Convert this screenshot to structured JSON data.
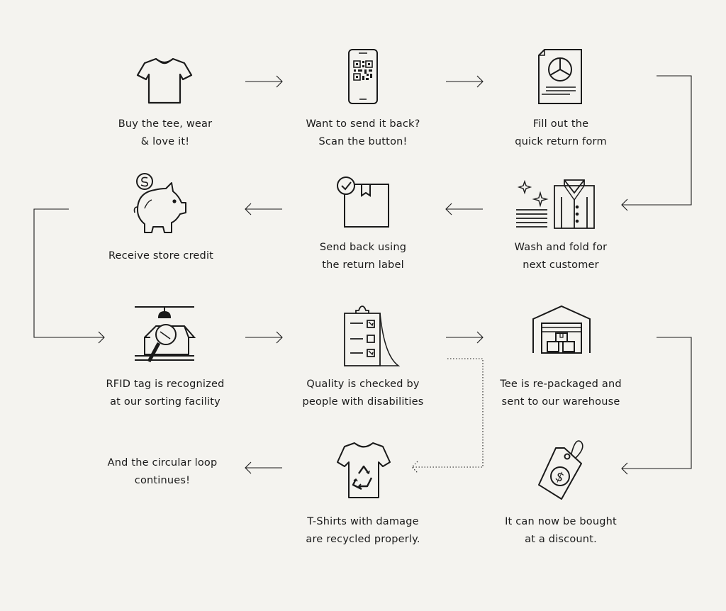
{
  "colors": {
    "background": "#f4f3ef",
    "ink": "#1a1a1a"
  },
  "steps": [
    {
      "icon": "tshirt-icon",
      "lines": [
        "Buy the tee, wear",
        "& love it!"
      ]
    },
    {
      "icon": "qr-phone-icon",
      "lines": [
        "Want to send it back?",
        "Scan the button!"
      ]
    },
    {
      "icon": "return-form-icon",
      "lines": [
        "Fill out the",
        "quick return form"
      ]
    },
    {
      "icon": "wash-fold-icon",
      "lines": [
        "Wash and fold for",
        "next customer"
      ]
    },
    {
      "icon": "package-check-icon",
      "lines": [
        "Send back using",
        "the return label"
      ]
    },
    {
      "icon": "piggy-bank-icon",
      "lines": [
        "Receive store credit"
      ]
    },
    {
      "icon": "rfid-scan-icon",
      "lines": [
        "RFID tag is recognized",
        "at our sorting facility"
      ]
    },
    {
      "icon": "checklist-icon",
      "lines": [
        "Quality is checked by",
        "people with disabilities"
      ]
    },
    {
      "icon": "warehouse-icon",
      "lines": [
        "Tee is re-packaged and",
        "sent to our warehouse"
      ]
    },
    {
      "icon": "price-tag-icon",
      "lines": [
        "It can now be bought",
        "at a discount."
      ]
    },
    {
      "icon": "recycled-tshirt-icon",
      "lines": [
        "T-Shirts with damage",
        "are recycled properly."
      ]
    },
    {
      "icon": null,
      "lines": [
        "And the circular loop",
        "continues!"
      ]
    }
  ]
}
